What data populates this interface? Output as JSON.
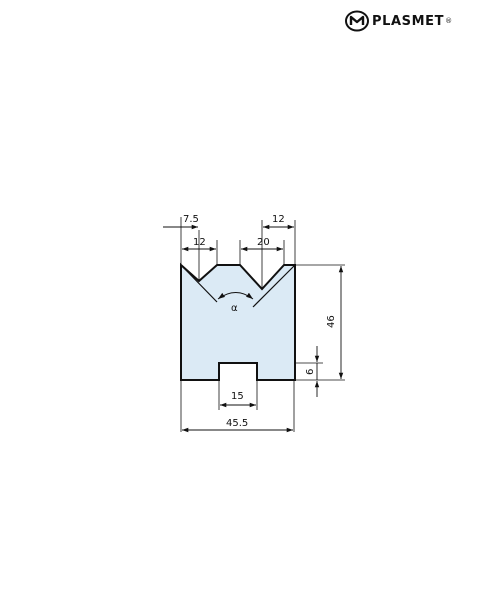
{
  "brand": {
    "name": "PLASMET",
    "registered": "®"
  },
  "colors": {
    "fill": "#dbeaf5",
    "line": "#111111"
  },
  "dimensions": {
    "top_left_offset": "7.5",
    "left_v_width": "12",
    "right_v_width": "12",
    "center_v_width": "20",
    "height": "46",
    "slot_depth": "6",
    "slot_width": "15",
    "total_width": "45.5",
    "angle": "α"
  }
}
